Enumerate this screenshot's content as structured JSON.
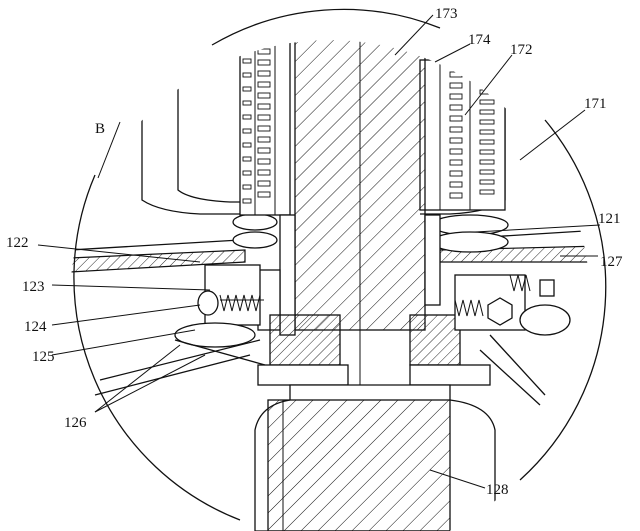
{
  "diagram": {
    "labels": {
      "B": "B",
      "p121": "121",
      "p122": "122",
      "p123": "123",
      "p124": "124",
      "p125": "125",
      "p126": "126",
      "p127": "127",
      "p128": "128",
      "p171": "171",
      "p172": "172",
      "p173": "173",
      "p174": "174"
    }
  }
}
